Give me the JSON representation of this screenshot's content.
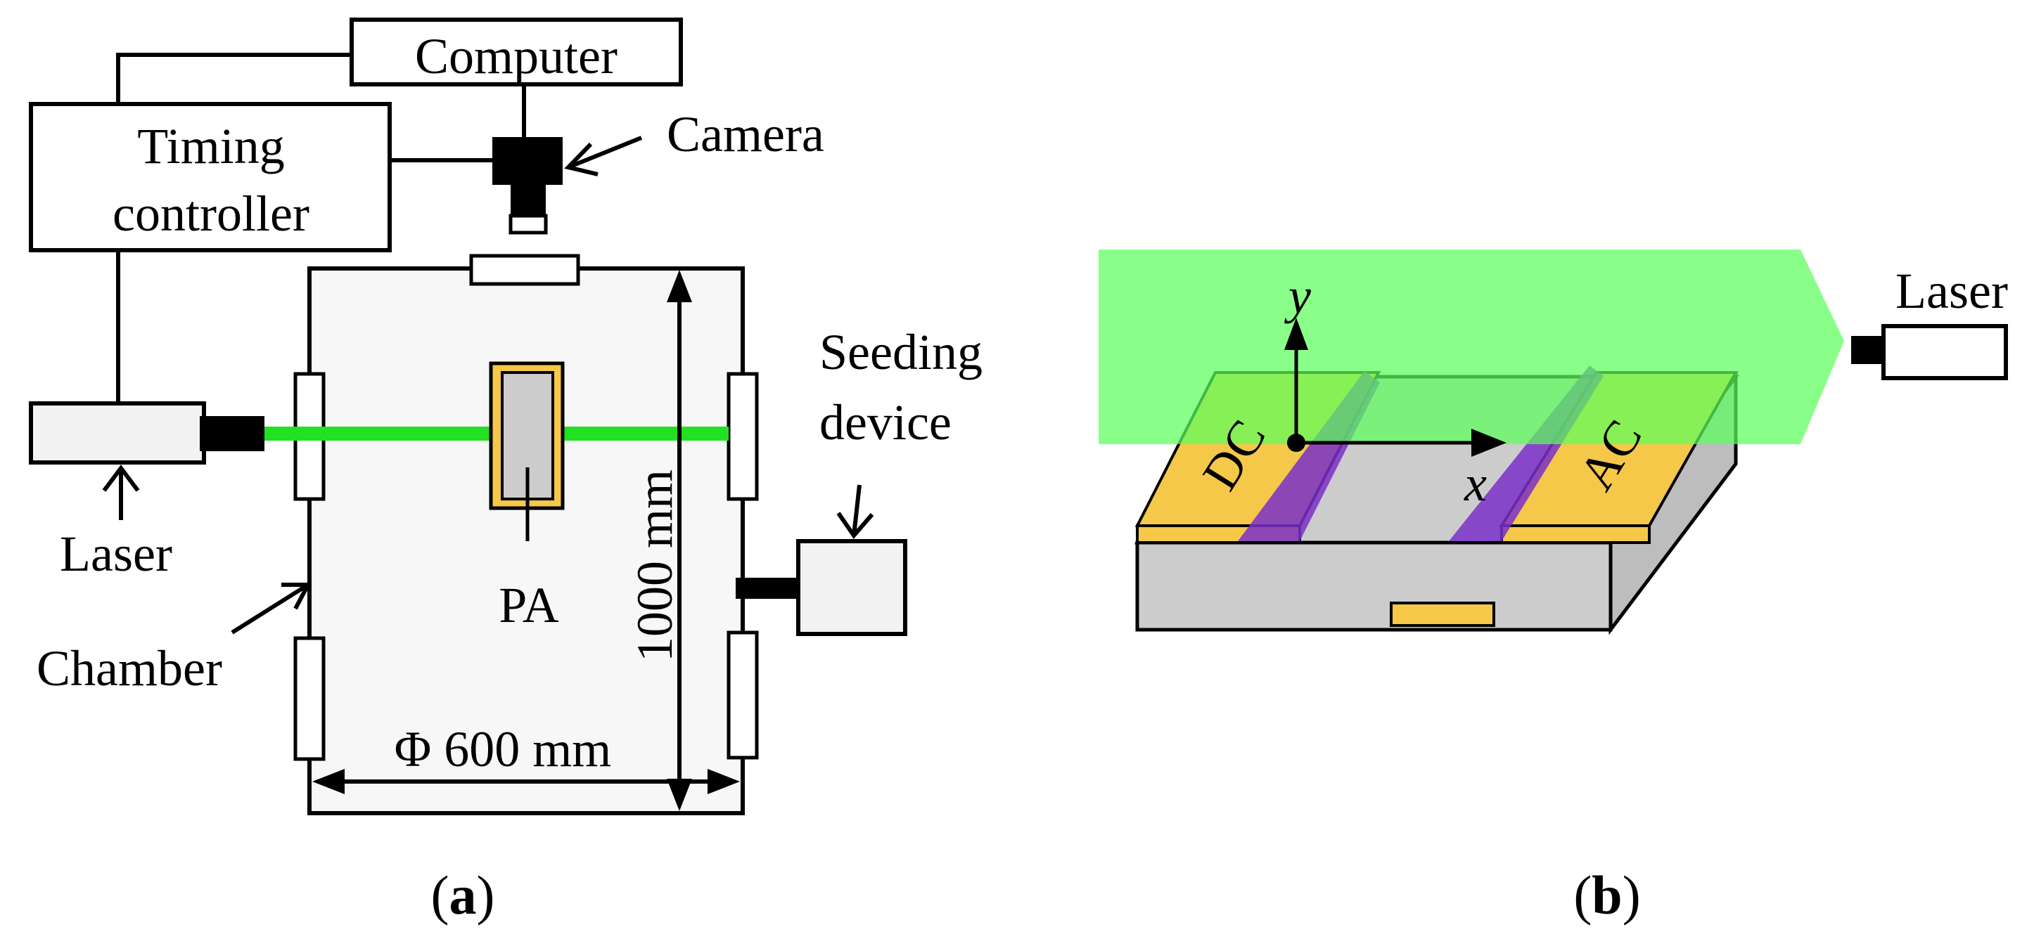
{
  "panel_a": {
    "computer": "Computer",
    "timing_line1": "Timing",
    "timing_line2": "controller",
    "camera": "Camera",
    "seeding_line1": "Seeding",
    "seeding_line2": "device",
    "laser": "Laser",
    "chamber": "Chamber",
    "pa": "PA",
    "height_dim": "1000 mm",
    "width_dim": "Φ 600 mm",
    "caption_open": "(",
    "caption_letter": "a",
    "caption_close": ")"
  },
  "panel_b": {
    "laser": "Laser",
    "dc": "DC",
    "ac": "AC",
    "axis_x": "x",
    "axis_y": "y",
    "caption_open": "(",
    "caption_letter": "b",
    "caption_close": ")"
  },
  "colors": {
    "laser_beam": "#22e022",
    "laser_sheet": "#5cff5c",
    "electrode": "#f5c84a",
    "plasma": "#7a2fc8",
    "dielectric": "#cccccc",
    "chamber_fill": "#f7f7f7"
  }
}
